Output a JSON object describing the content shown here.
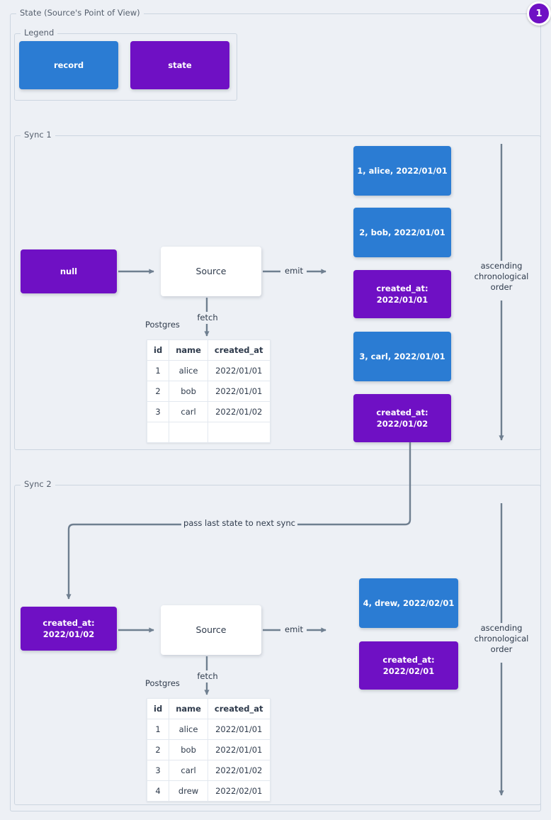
{
  "page": {
    "title": "State (Source's Point of View)",
    "badge": "1",
    "accent_record": "#2b7cd3",
    "accent_state": "#6f10c4",
    "background": "#edf0f5",
    "border": "#ccd5e0"
  },
  "legend": {
    "title": "Legend",
    "items": [
      {
        "label": "record",
        "kind": "record"
      },
      {
        "label": "state",
        "kind": "state"
      }
    ]
  },
  "sync1": {
    "title": "Sync 1",
    "state_in": {
      "label": "null"
    },
    "source": {
      "label": "Source"
    },
    "edges": {
      "fetch": "fetch",
      "emit": "emit"
    },
    "db_label": "Postgres",
    "table": {
      "columns": [
        "id",
        "name",
        "created_at"
      ],
      "rows": [
        [
          "1",
          "alice",
          "2022/01/01"
        ],
        [
          "2",
          "bob",
          "2022/01/01"
        ],
        [
          "3",
          "carl",
          "2022/01/02"
        ],
        [
          "",
          "",
          ""
        ]
      ]
    },
    "stream": [
      {
        "kind": "record",
        "label": "1, alice, 2022/01/01"
      },
      {
        "kind": "record",
        "label": "2, bob, 2022/01/01"
      },
      {
        "kind": "state",
        "line1": "created_at:",
        "line2": "2022/01/01"
      },
      {
        "kind": "record",
        "label": "3, carl, 2022/01/01"
      },
      {
        "kind": "state",
        "line1": "created_at:",
        "line2": "2022/01/02"
      }
    ],
    "order_note": "ascending chronological order"
  },
  "transition": {
    "label": "pass last state to next sync"
  },
  "sync2": {
    "title": "Sync 2",
    "state_in": {
      "line1": "created_at:",
      "line2": "2022/01/02"
    },
    "source": {
      "label": "Source"
    },
    "edges": {
      "fetch": "fetch",
      "emit": "emit"
    },
    "db_label": "Postgres",
    "table": {
      "columns": [
        "id",
        "name",
        "created_at"
      ],
      "rows": [
        [
          "1",
          "alice",
          "2022/01/01"
        ],
        [
          "2",
          "bob",
          "2022/01/01"
        ],
        [
          "3",
          "carl",
          "2022/01/02"
        ],
        [
          "4",
          "drew",
          "2022/02/01"
        ]
      ]
    },
    "stream": [
      {
        "kind": "record",
        "label": "4, drew, 2022/02/01"
      },
      {
        "kind": "state",
        "line1": "created_at:",
        "line2": "2022/02/01"
      }
    ],
    "order_note": "ascending chronological order"
  }
}
